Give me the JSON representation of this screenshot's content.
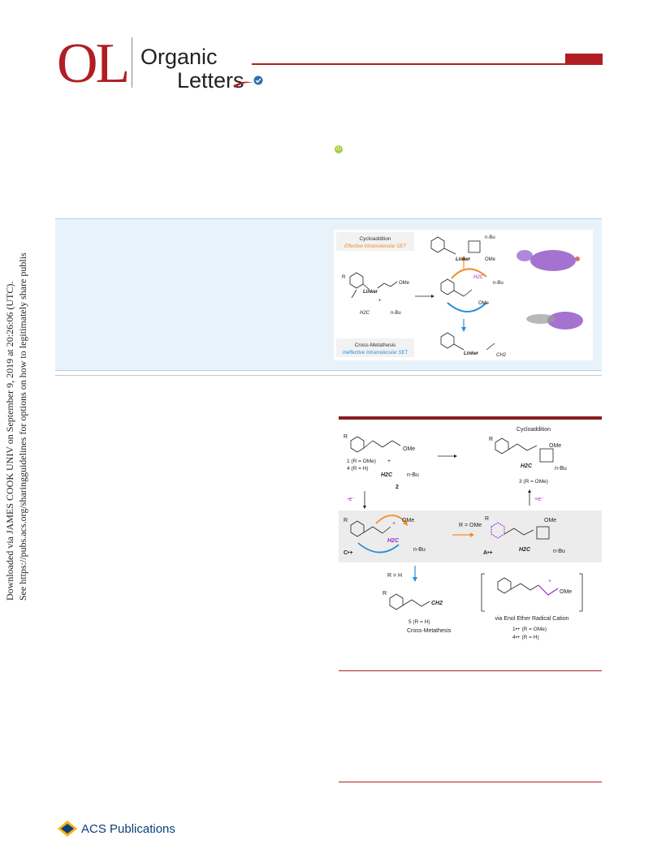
{
  "header": {
    "journal_mark": "OL",
    "journal_name_line1": "Organic",
    "journal_name_line2": "Letters"
  },
  "side_note": {
    "line1": "Downloaded via JAMES COOK UNIV on September 9, 2019 at 20:26:06 (UTC).",
    "line2": "See https://pubs.acs.org/sharingguidelines for options on how to legitimately share published articles."
  },
  "abstract_graphic": {
    "cycloaddition_title": "Cycloaddition",
    "cycloaddition_sub": "Effective Intramolecular SET",
    "metathesis_title": "Cross-Metathesis",
    "metathesis_sub": "Ineffective Intramolecular SET",
    "r_label": "R",
    "linker": "Linker",
    "ome": "OMe",
    "h2c": "H2C",
    "nbu": "n-Bu",
    "plus": "+",
    "ch2": "CH2",
    "accent_orange": "#f28c28",
    "accent_blue": "#2a8fd8",
    "accent_purple": "#8e2bd1"
  },
  "scheme": {
    "title": "Cycloaddition",
    "lbl_1": "1 (R = OMe)",
    "lbl_4": "4 (R = H)",
    "lbl_2": "2",
    "lbl_3": "3 (R = OMe)",
    "minus_e": "-e⁻",
    "plus_e": "+e⁻",
    "r_ome": "R = OMe",
    "r_h": "R = H",
    "c_rc": "C•+",
    "a_rc": "A•+",
    "lbl_5": "5 (R = H)",
    "cross": "Cross-Metathesis",
    "via": "via Enol Ether Radical Cation",
    "lbl_1rc": "1•+ (R = OMe)",
    "lbl_4rc": "4•+ (R = H)",
    "ome": "OMe",
    "nbu": "n-Bu",
    "h2c": "H2C",
    "ch2": "CH2",
    "r": "R",
    "plus": "+"
  },
  "footer": {
    "publisher": "ACS Publications"
  }
}
